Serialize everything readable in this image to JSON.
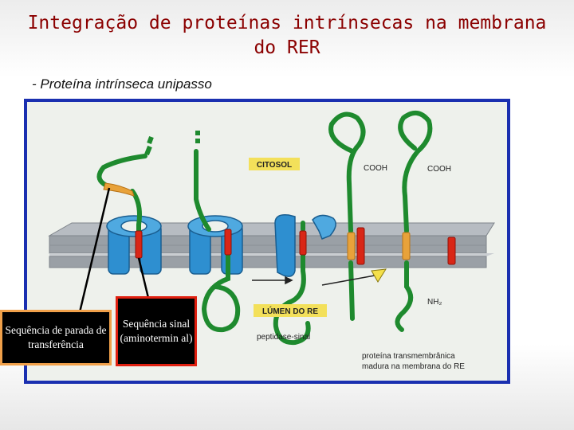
{
  "title": {
    "line1": "Integração de proteínas intrínsecas na membrana",
    "line2": "do RER"
  },
  "subtitle": "- Proteína intrínseca unipasso",
  "diagram": {
    "label_cytosol": "CITOSOL",
    "label_lumen": "LÚMEN DO RE",
    "label_cooh_1": "COOH",
    "label_cooh_2": "COOH",
    "label_nh2": "NH₂",
    "label_peptidase": "peptidase-sinal",
    "caption_line1": "proteína transmembrânica",
    "caption_line2": "madura na membrana do RE"
  },
  "callouts": {
    "stop_transfer": "Sequência de parada de transferência",
    "signal_sequence": "Sequência sinal (aminotermin al)"
  },
  "colors": {
    "title": "#8b0000",
    "protein": "#1e8a2e",
    "stop_segment": "#e8a23a",
    "signal_segment": "#d92616",
    "translocon": "#2e8fd0",
    "membrane": "#9aa0a6",
    "panel_border": "#1a2fb0",
    "label_bg": "#f3e05a"
  }
}
